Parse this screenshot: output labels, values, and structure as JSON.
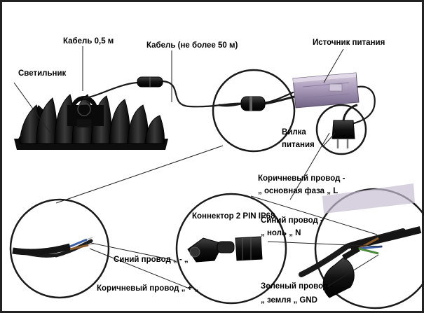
{
  "labels": {
    "fixture": "Светильник",
    "cable_short": "Кабель 0,5 м",
    "cable_long": "Кабель (не более 50 м)",
    "power_supply": "Источник питания",
    "plug_line1": "Вилка",
    "plug_line2": "питания",
    "connector": "Коннектор 2 PIN IP68",
    "blue_minus": "Синий провод „ - „",
    "brown_plus": "Коричневый провод „ + „",
    "brown_phase_line1": "Коричневый провод -",
    "brown_phase_line2": "„ основная фаза „ L",
    "blue_neutral_line1": "Синий провод -",
    "blue_neutral_line2": "„ ноль „ N",
    "green_ground_line1": "Зеленый провод -",
    "green_ground_line2": "„ земля „ GND"
  },
  "colors": {
    "wire": "#1a1a1a",
    "psu_body": "#a89cb8",
    "fixture": "#151515",
    "brown_wire": "#8b5a2b",
    "blue_wire": "#3a5fa8",
    "green_wire": "#4a8a3a"
  }
}
